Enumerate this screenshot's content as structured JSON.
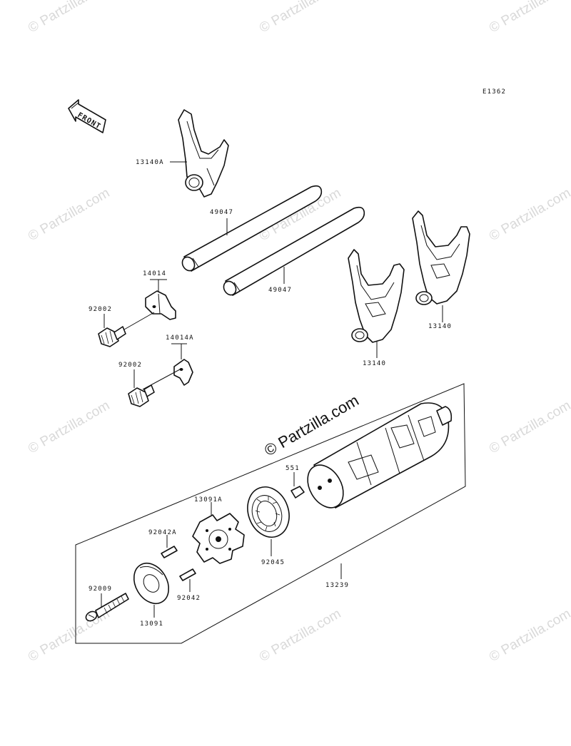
{
  "diagram_code": "E1362",
  "front_label": "FRONT",
  "watermark_text": "© Partzilla.com",
  "parts": {
    "fork_a": "13140A",
    "shaft_1": "49047",
    "shaft_2": "49047",
    "plate_1": "14014",
    "bolt_1": "92002",
    "plate_2": "14014A",
    "bolt_2": "92002",
    "fork_b": "13140",
    "fork_c": "13140",
    "pin_551": "551",
    "cam_13091a": "13091A",
    "pin_92042a": "92042A",
    "bearing": "92045",
    "drum": "13239",
    "screw": "92009",
    "pin_92042": "92042",
    "plate_13091": "13091"
  },
  "colors": {
    "line": "#111111",
    "watermark": "#d9d9d9"
  }
}
